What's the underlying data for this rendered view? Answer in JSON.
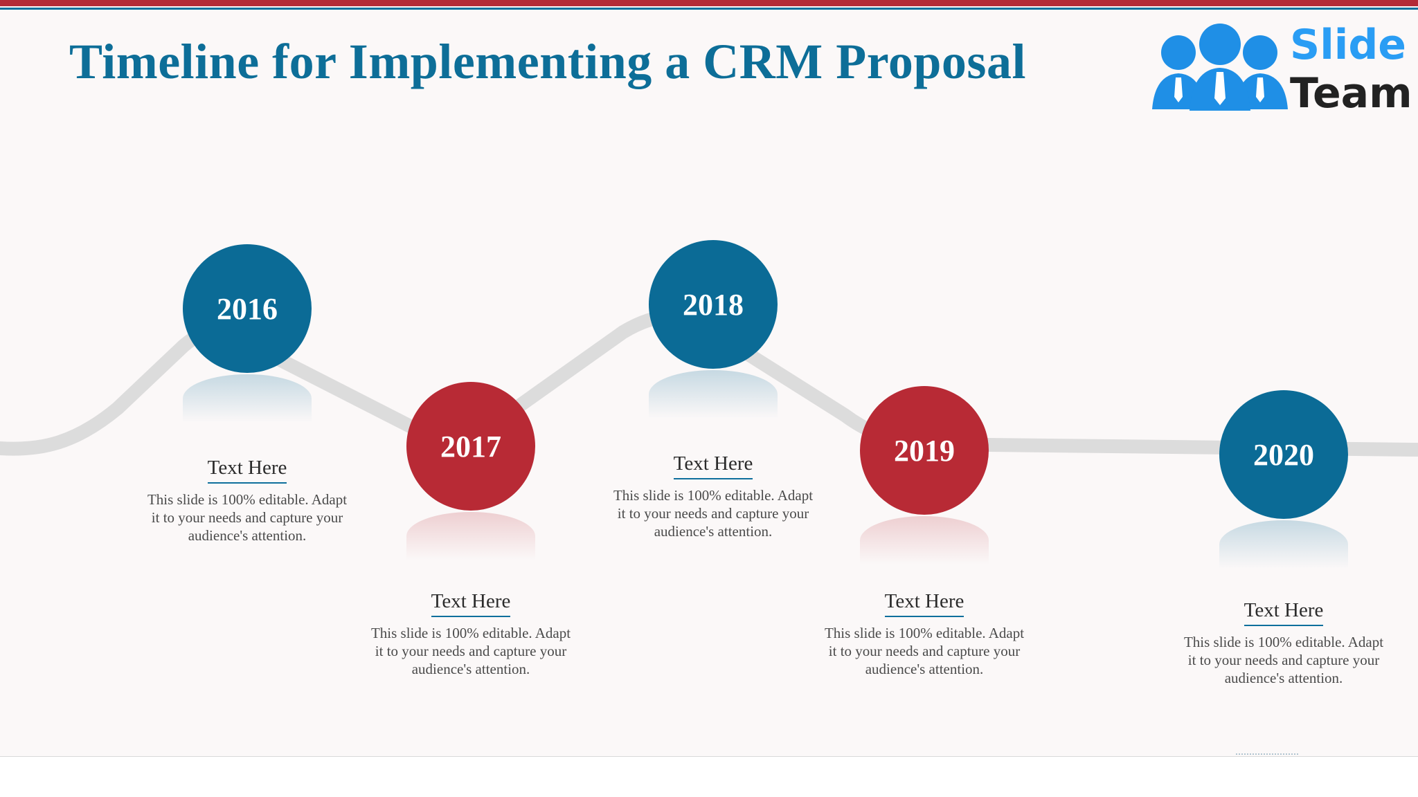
{
  "slide": {
    "title": "Timeline for Implementing a CRM Proposal",
    "logo": {
      "line1": "Slide",
      "line2": "Team",
      "icon": "people-group-icon"
    },
    "colors": {
      "blue": "#0b6b96",
      "red": "#b82a35",
      "title": "#0d6e98",
      "path": "#dcdcdc"
    }
  },
  "milestones": [
    {
      "year": "2016",
      "color": "blue",
      "heading": "Text Here",
      "body": "This slide is 100% editable. Adapt it to your needs and capture your audience's attention."
    },
    {
      "year": "2017",
      "color": "red",
      "heading": "Text Here",
      "body": "This slide is 100% editable. Adapt it to your needs and capture your audience's attention."
    },
    {
      "year": "2018",
      "color": "blue",
      "heading": "Text Here",
      "body": "This slide is 100% editable. Adapt it to your needs and capture your audience's attention."
    },
    {
      "year": "2019",
      "color": "red",
      "heading": "Text Here",
      "body": "This slide is 100% editable. Adapt it to your needs and capture your audience's attention."
    },
    {
      "year": "2020",
      "color": "blue",
      "heading": "Text Here",
      "body": "This slide is 100% editable. Adapt it to your needs and capture your audience's attention."
    }
  ]
}
